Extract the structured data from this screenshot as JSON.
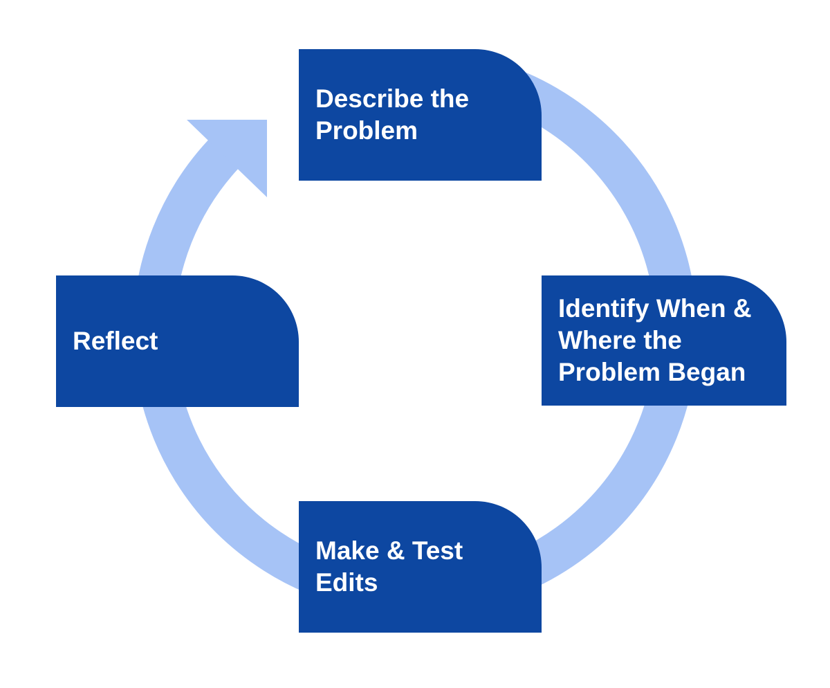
{
  "diagram": {
    "type": "cycle",
    "direction": "clockwise",
    "colors": {
      "box": "#0D47A1",
      "ring": "#A6C3F6",
      "text": "#FFFFFF"
    },
    "arrow_icon": "curved-arrow-clockwise",
    "steps": [
      {
        "key": "describe-problem",
        "position": "top",
        "label": "Describe the\nProblem"
      },
      {
        "key": "identify-when-where",
        "position": "right",
        "label": "Identify When &\nWhere the\nProblem Began"
      },
      {
        "key": "make-test-edits",
        "position": "bottom",
        "label": "Make & Test\nEdits"
      },
      {
        "key": "reflect",
        "position": "left",
        "label": "Reflect"
      }
    ]
  }
}
